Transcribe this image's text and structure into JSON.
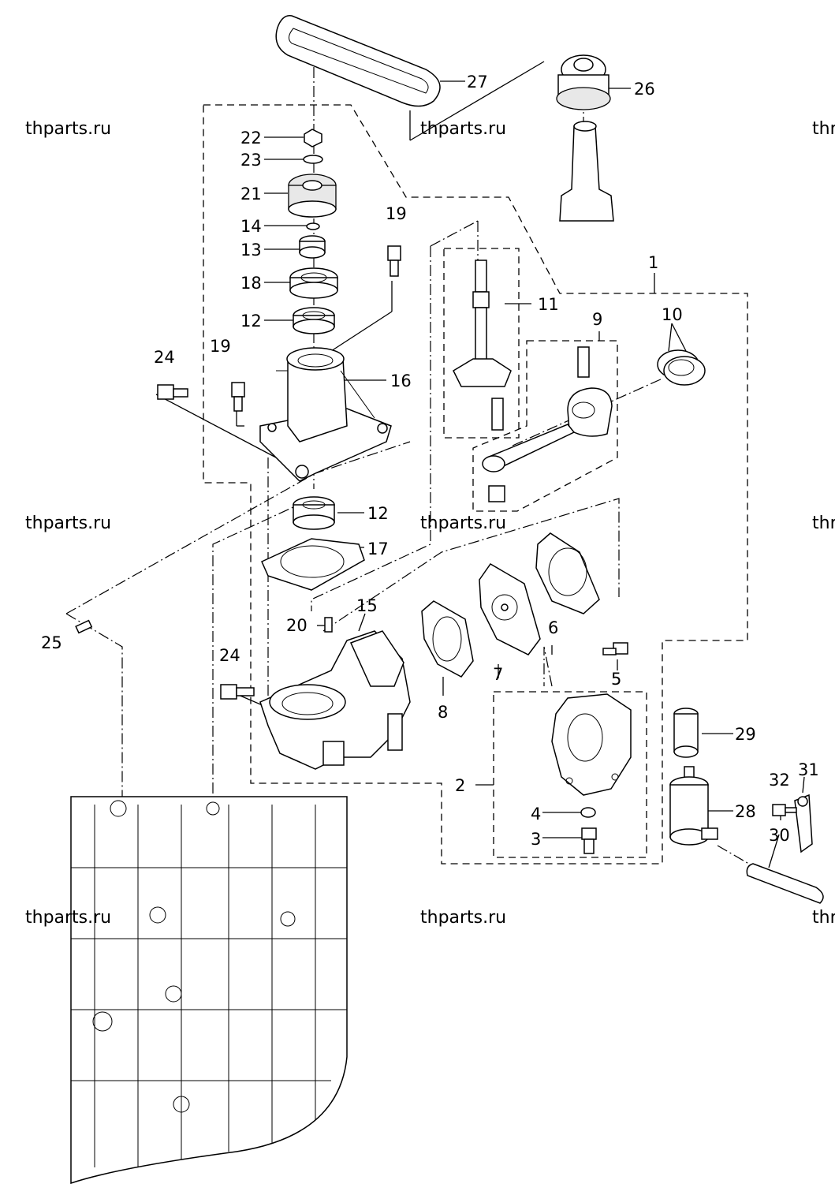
{
  "watermarks": [
    {
      "text": "thparts.ru"
    },
    {
      "text": "thparts.ru"
    },
    {
      "text": "thparts.ru"
    },
    {
      "text": "thparts.ru"
    },
    {
      "text": "thparts.ru"
    },
    {
      "text": "thparts.ru"
    },
    {
      "text": "thr"
    },
    {
      "text": "thr"
    },
    {
      "text": "thr"
    }
  ],
  "parts": [
    {
      "number": "1"
    },
    {
      "number": "2"
    },
    {
      "number": "3"
    },
    {
      "number": "4"
    },
    {
      "number": "5"
    },
    {
      "number": "6"
    },
    {
      "number": "7"
    },
    {
      "number": "8"
    },
    {
      "number": "9"
    },
    {
      "number": "10"
    },
    {
      "number": "11"
    },
    {
      "number": "12"
    },
    {
      "number": "12"
    },
    {
      "number": "13"
    },
    {
      "number": "14"
    },
    {
      "number": "15"
    },
    {
      "number": "16"
    },
    {
      "number": "17"
    },
    {
      "number": "18"
    },
    {
      "number": "19"
    },
    {
      "number": "19"
    },
    {
      "number": "20"
    },
    {
      "number": "21"
    },
    {
      "number": "22"
    },
    {
      "number": "23"
    },
    {
      "number": "24"
    },
    {
      "number": "24"
    },
    {
      "number": "25"
    },
    {
      "number": "26"
    },
    {
      "number": "27"
    },
    {
      "number": "28"
    },
    {
      "number": "29"
    },
    {
      "number": "30"
    },
    {
      "number": "31"
    },
    {
      "number": "32"
    }
  ]
}
